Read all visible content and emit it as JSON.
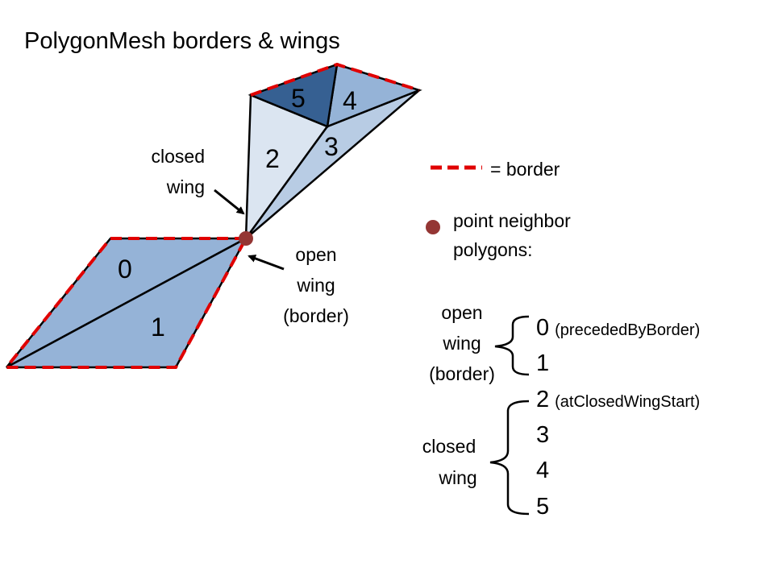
{
  "title": "PolygonMesh borders & wings",
  "polygon_labels": [
    "0",
    "1",
    "2",
    "3",
    "4",
    "5"
  ],
  "annotations": {
    "closed_wing_line1": "closed",
    "closed_wing_line2": "wing",
    "open_wing_line1": "open",
    "open_wing_line2": "wing",
    "open_wing_line3": "(border)"
  },
  "legend": {
    "border_label": "= border",
    "point_line1": "point neighbor",
    "point_line2": "polygons:"
  },
  "neighbor_list": {
    "open_group": {
      "line1": "open",
      "line2": "wing",
      "line3": "(border)"
    },
    "closed_group": {
      "line1": "closed",
      "line2": "wing"
    },
    "entries": [
      {
        "index": "0",
        "note": "(precededByBorder)"
      },
      {
        "index": "1",
        "note": ""
      },
      {
        "index": "2",
        "note": "(atClosedWingStart)"
      },
      {
        "index": "3",
        "note": ""
      },
      {
        "index": "4",
        "note": ""
      },
      {
        "index": "5",
        "note": ""
      }
    ]
  },
  "colors": {
    "fill_medium": "#95b3d7",
    "fill_light": "#dbe5f1",
    "fill_mid_light": "#b8cce4",
    "fill_dark": "#366092",
    "border_dash": "#e00000",
    "point": "#943634"
  }
}
